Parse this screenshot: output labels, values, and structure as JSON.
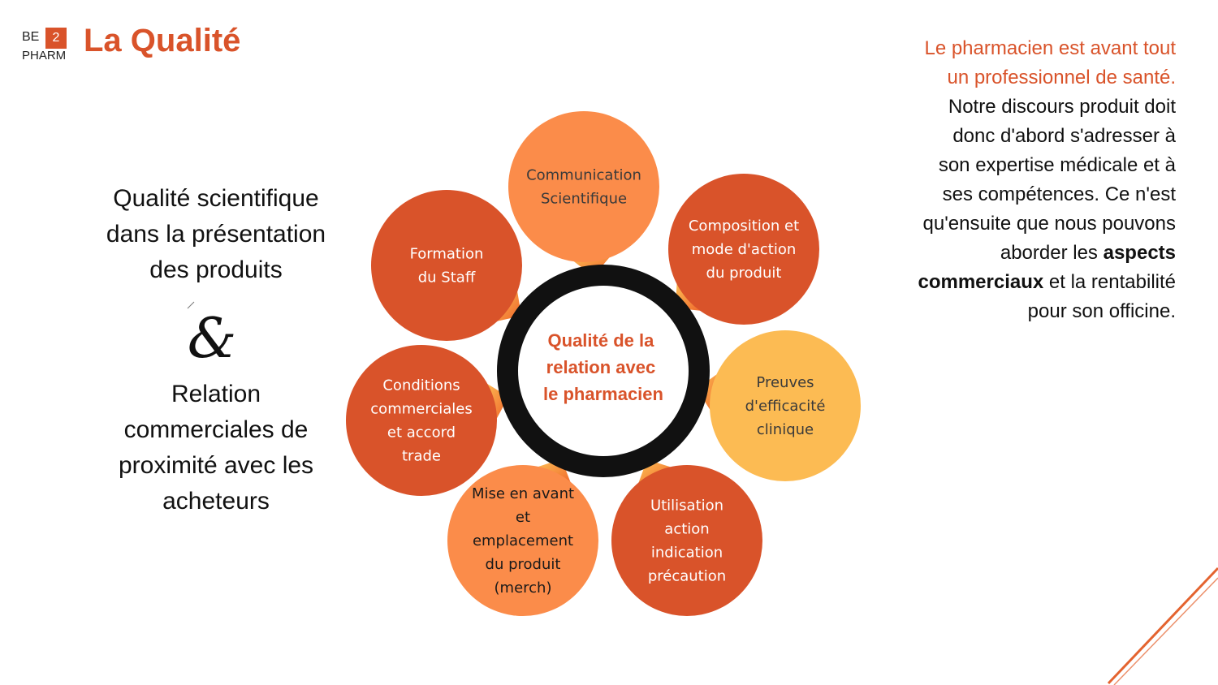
{
  "logo": {
    "be": "BE",
    "num": "2",
    "pharm": "PHARM"
  },
  "title": "La Qualité",
  "left_top": [
    "Qualité scientifique",
    "dans la présentation",
    "des produits"
  ],
  "ampersand": "&",
  "left_bottom": [
    "Relation",
    "commerciales de",
    "proximité avec les",
    "acheteurs"
  ],
  "right_text": {
    "highlight": "Le pharmacien est avant tout un professionnel de santé.",
    "part1": " Notre discours produit doit donc d'abord s'adresser à son expertise médicale et à ses compétences. Ce n'est qu'ensuite que nous pouvons aborder les ",
    "bold": "aspects commerciaux",
    "part2": " et la rentabilité pour son officine."
  },
  "colors": {
    "accent": "#d9532a",
    "light_orange": "#fb8c4a",
    "yellow": "#fcbb53",
    "ring": "#111111"
  },
  "center": {
    "lines": [
      "Qualité de la",
      "relation avec",
      "le pharmacien"
    ]
  },
  "circles": [
    {
      "lines": [
        "Communication",
        "Scientifique"
      ],
      "color": "#fb8c4a",
      "text_color": "#3a3a3a"
    },
    {
      "lines": [
        "Composition et",
        "mode d'action",
        "du produit"
      ],
      "color": "#d9532a",
      "text_color": "#ffffff"
    },
    {
      "lines": [
        "Preuves",
        "d'efficacité",
        "clinique"
      ],
      "color": "#fcbb53",
      "text_color": "#3a3a3a"
    },
    {
      "lines": [
        "Utilisation",
        "action",
        "indication",
        "précaution"
      ],
      "color": "#d9532a",
      "text_color": "#ffffff"
    },
    {
      "lines": [
        "Mise en avant",
        "et",
        "emplacement",
        "du produit",
        "(merch)"
      ],
      "color": "#fb8c4a",
      "text_color": "#1a1a1a"
    },
    {
      "lines": [
        "Conditions",
        "commerciales",
        "et accord",
        "trade"
      ],
      "color": "#d9532a",
      "text_color": "#ffffff"
    },
    {
      "lines": [
        "Formation",
        "du Staff"
      ],
      "color": "#d9532a",
      "text_color": "#ffffff"
    }
  ]
}
